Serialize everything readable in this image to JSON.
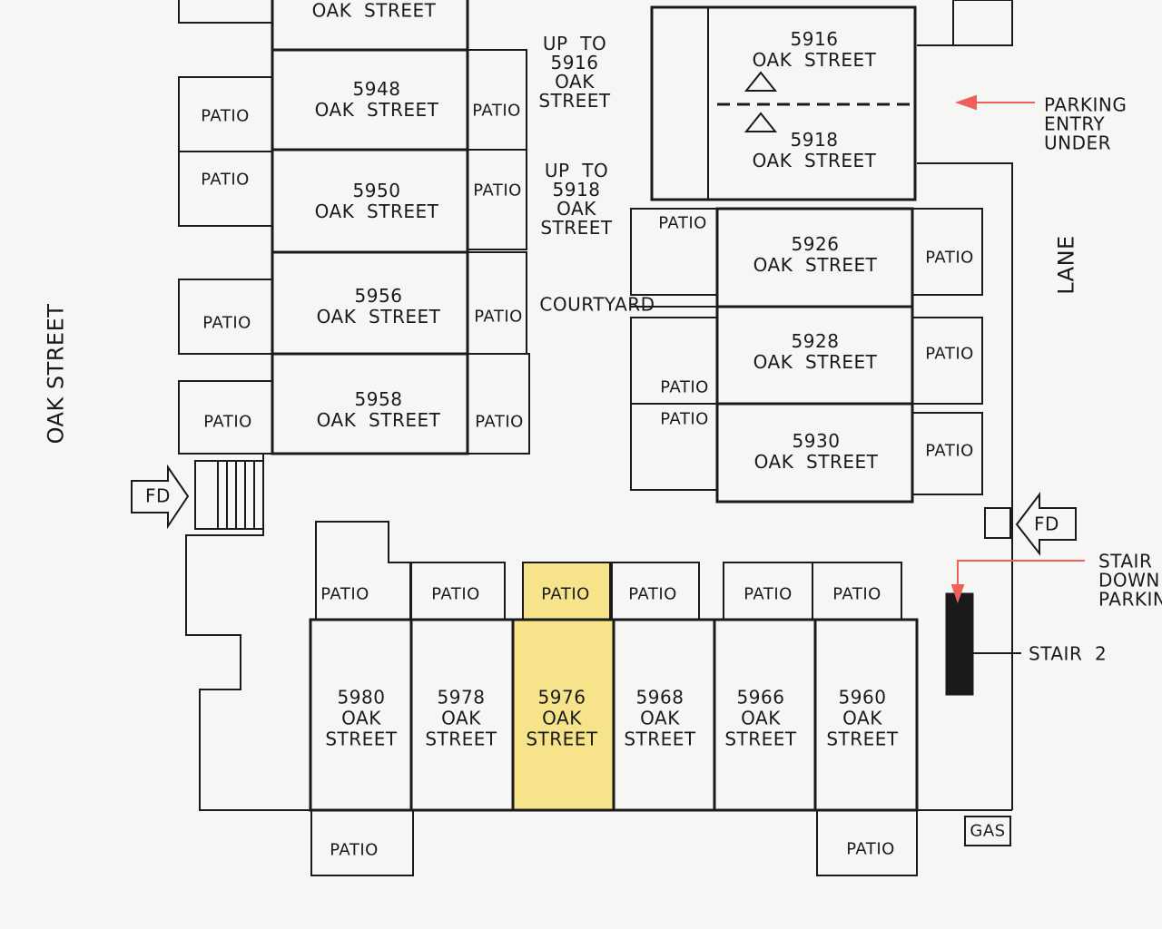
{
  "streets": {
    "left": "OAK STREET",
    "right": "LANE",
    "top_unit_label": "OAK  STREET"
  },
  "left_block_units": [
    {
      "number": "5948",
      "street": "OAK  STREET"
    },
    {
      "number": "5950",
      "street": "OAK  STREET"
    },
    {
      "number": "5956",
      "street": "OAK  STREET"
    },
    {
      "number": "5958",
      "street": "OAK  STREET"
    }
  ],
  "right_block_units": [
    {
      "number": "5916",
      "street": "OAK  STREET"
    },
    {
      "number": "5918",
      "street": "OAK  STREET"
    },
    {
      "number": "5926",
      "street": "OAK  STREET"
    },
    {
      "number": "5928",
      "street": "OAK  STREET"
    },
    {
      "number": "5930",
      "street": "OAK  STREET"
    }
  ],
  "bottom_units": [
    {
      "number": "5980",
      "street": "OAK\nSTREET"
    },
    {
      "number": "5978",
      "street": "OAK\nSTREET"
    },
    {
      "number": "5976",
      "street": "OAK\nSTREET",
      "highlighted": true
    },
    {
      "number": "5968",
      "street": "OAK\nSTREET"
    },
    {
      "number": "5966",
      "street": "OAK\nSTREET"
    },
    {
      "number": "5960",
      "street": "OAK\nSTREET"
    }
  ],
  "patio_label": "PATIO",
  "labels": {
    "up_to_5916": "UP  TO\n5916\nOAK\nSTREET",
    "up_to_5918": "UP  TO\n5918\nOAK\nSTREET",
    "courtyard": "COURTYARD",
    "parking_entry": "PARKING\nENTRY\nUNDER",
    "fd": "FD",
    "stair_down": "STAIR\nDOWN\nPARKING",
    "stair_2": "STAIR  2",
    "gas": "GAS"
  },
  "colors": {
    "highlight": "#f7e48a",
    "annotation_red": "#f0605a",
    "line": "#1a1a1a"
  }
}
